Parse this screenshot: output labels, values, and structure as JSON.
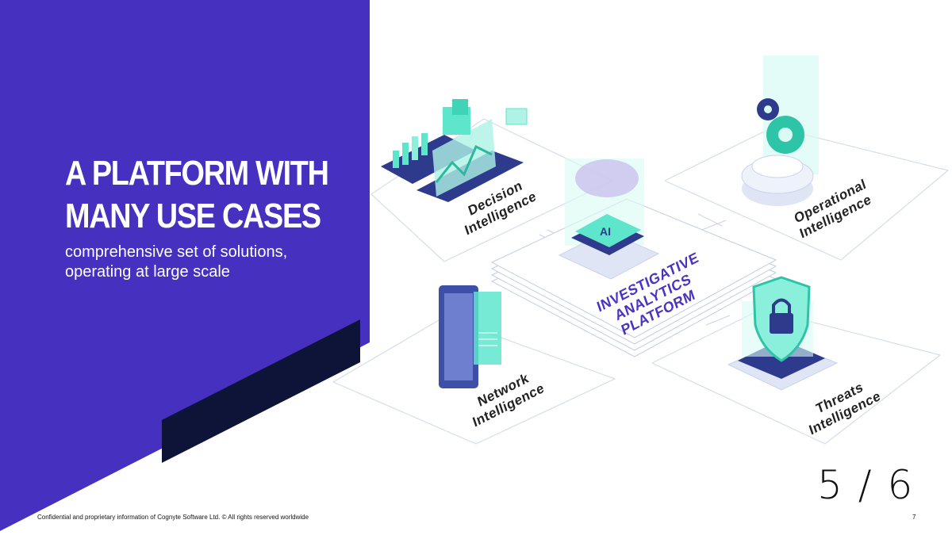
{
  "slide": {
    "title_line1": "A PLATFORM WITH",
    "title_line2": "MANY USE CASES",
    "subtitle_line1": "comprehensive set of solutions,",
    "subtitle_line2": "operating at large scale",
    "page_indicator": "5 / 6",
    "slide_number": "7",
    "footer": "Confidential and proprietary information of  Cognyte Software Ltd. © All rights reserved worldwide"
  },
  "illustration": {
    "center": [
      "INVESTIGATIVE",
      "ANALYTICS",
      "PLATFORM"
    ],
    "center_chip": "AI",
    "cards": [
      {
        "line1": "Decision",
        "line2": "Intelligence"
      },
      {
        "line1": "Operational",
        "line2": "Intelligence"
      },
      {
        "line1": "Network",
        "line2": "Intelligence"
      },
      {
        "line1": "Threats",
        "line2": "Intelligence"
      }
    ]
  },
  "colors": {
    "purple": "#4530c0",
    "navy": "#0e1338",
    "teal": "#5ee6cc",
    "label_purple": "#4a33c4"
  }
}
